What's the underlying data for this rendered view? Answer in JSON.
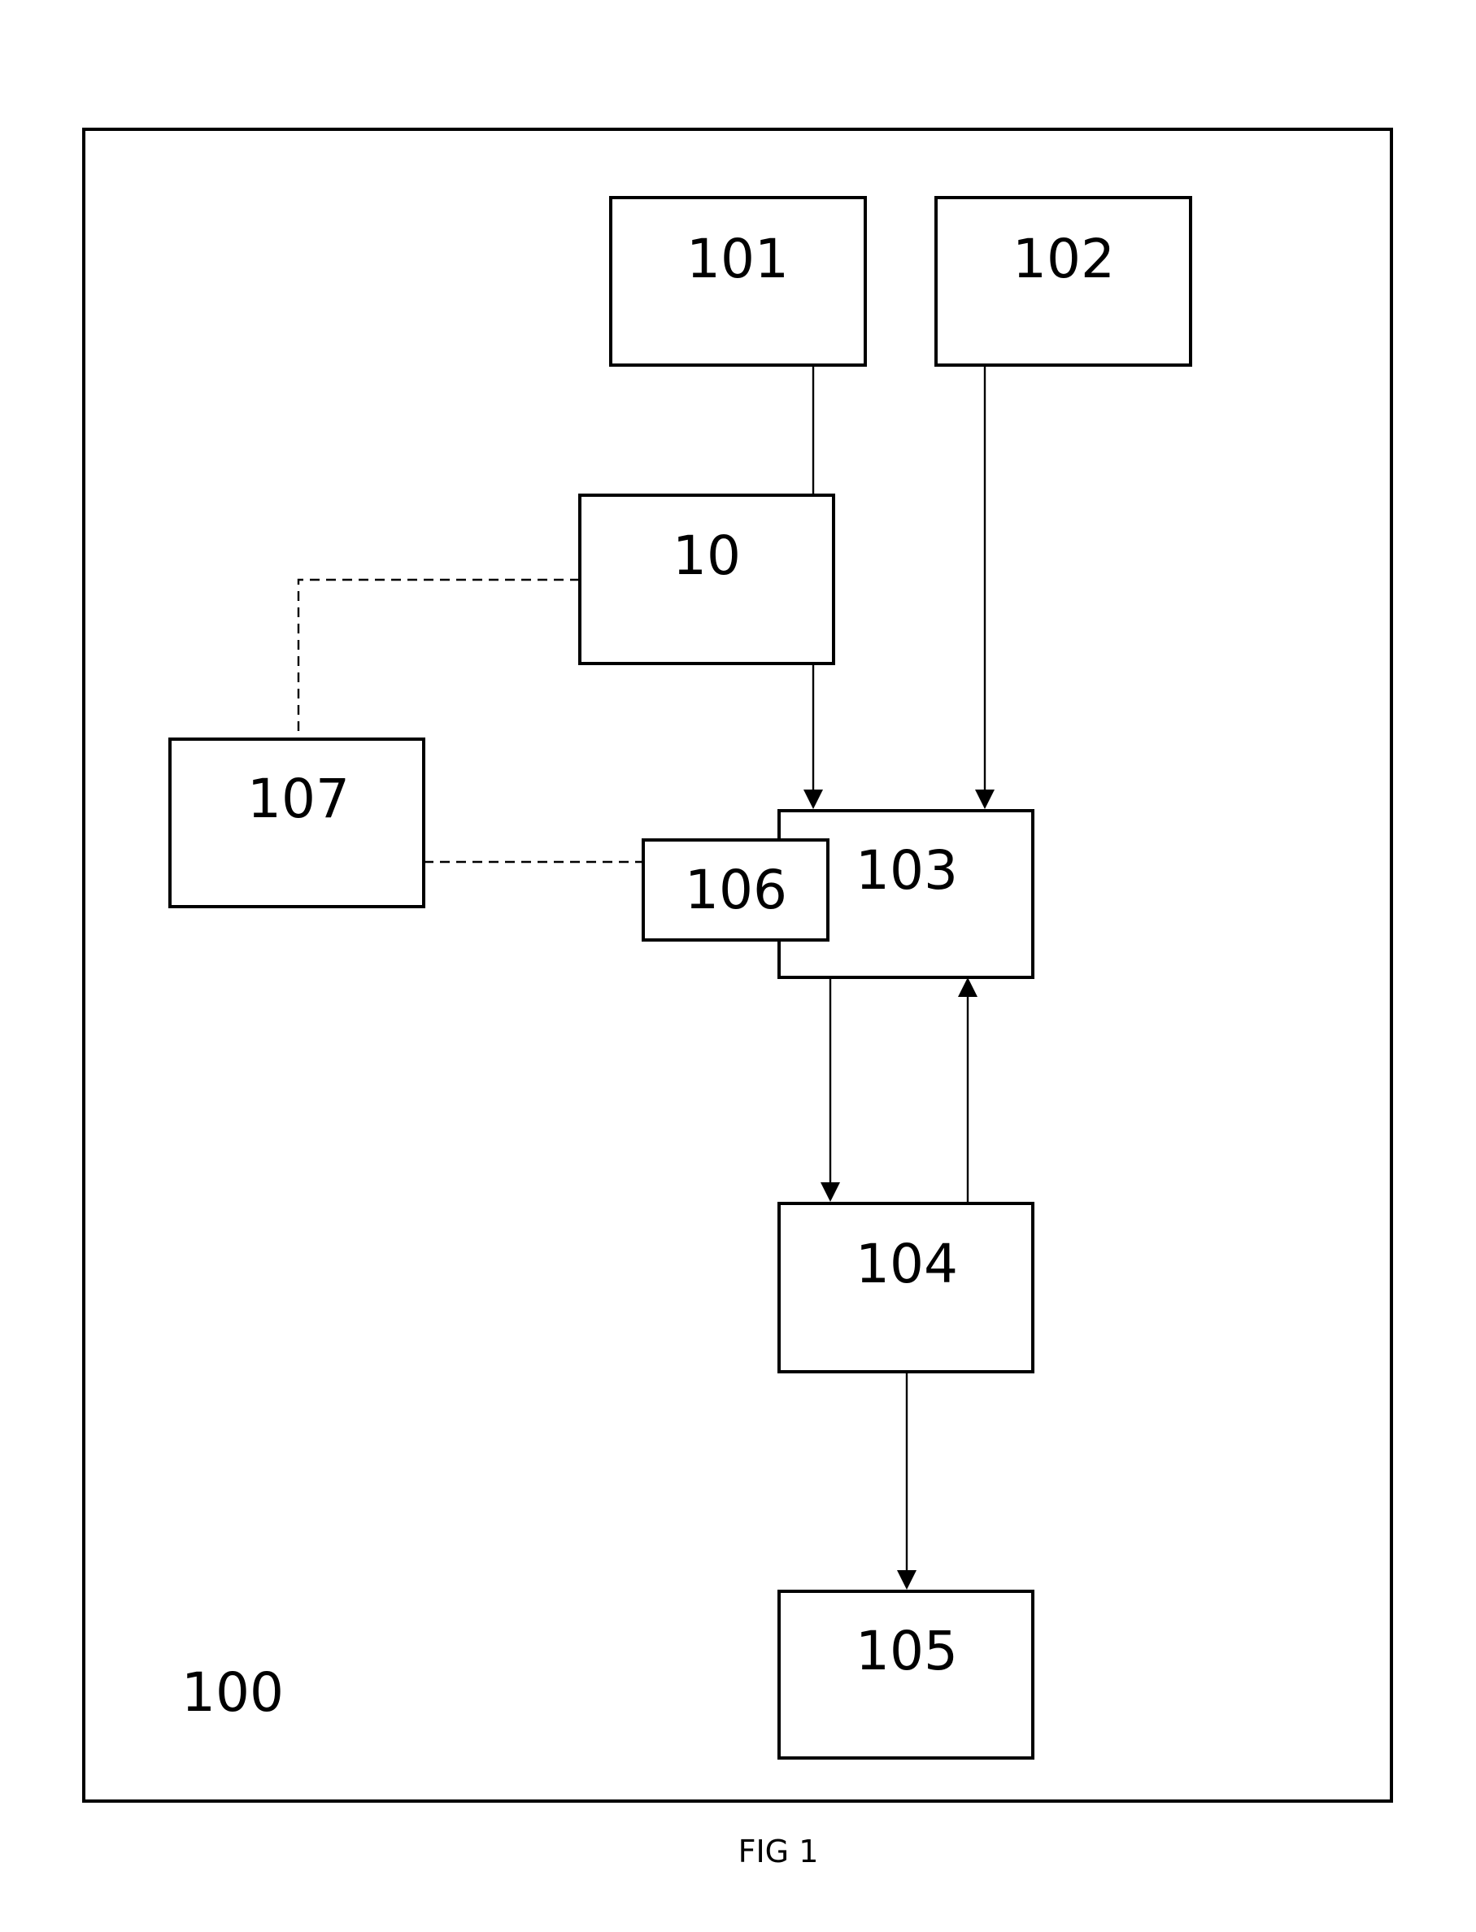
{
  "figure": {
    "caption": "FIG 1",
    "system_label": "100"
  },
  "blocks": {
    "b101": "101",
    "b102": "102",
    "b10": "10",
    "b107": "107",
    "b103": "103",
    "b106": "106",
    "b104": "104",
    "b105": "105"
  },
  "connections": [
    {
      "from": "101",
      "to": "10",
      "style": "solid",
      "arrow": false
    },
    {
      "from": "10",
      "to": "103",
      "style": "solid",
      "arrow": true
    },
    {
      "from": "102",
      "to": "103",
      "style": "solid",
      "arrow": true
    },
    {
      "from": "10",
      "to": "107",
      "style": "dashed",
      "arrow": false
    },
    {
      "from": "107",
      "to": "106",
      "style": "dashed",
      "arrow": false
    },
    {
      "from": "103",
      "to": "104",
      "style": "solid",
      "arrow": true
    },
    {
      "from": "104",
      "to": "103",
      "style": "solid",
      "arrow": true
    },
    {
      "from": "104",
      "to": "105",
      "style": "solid",
      "arrow": true
    }
  ]
}
